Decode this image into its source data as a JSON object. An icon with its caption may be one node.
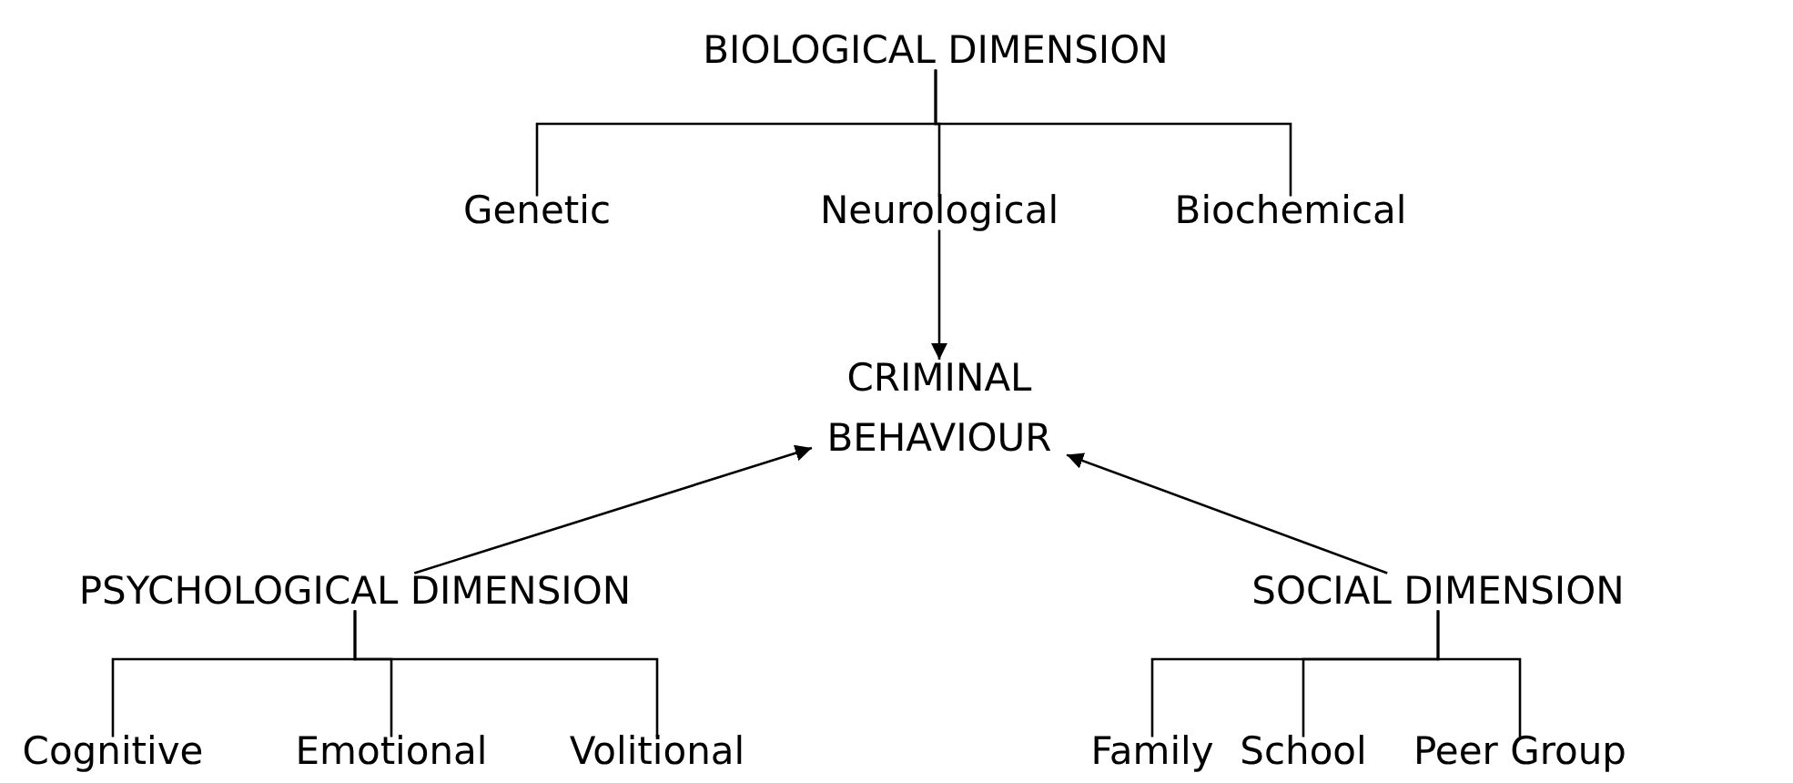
{
  "diagram": {
    "nodes": [
      {
        "text": [
          "BIOLOGICAL DIMENSION"
        ]
      },
      {
        "text": [
          "Genetic"
        ]
      },
      {
        "text": [
          "Neurological"
        ]
      },
      {
        "text": [
          "Biochemical"
        ]
      },
      {
        "text": [
          "CRIMINAL BEHAVIOUR"
        ]
      },
      {
        "text": [
          "PSYCHOLOGICAL DIMENSION"
        ]
      },
      {
        "text": [
          "SOCIAL DIMENSION"
        ]
      },
      {
        "text": [
          "Cognitive"
        ]
      },
      {
        "text": [
          "Emotional"
        ]
      },
      {
        "text": [
          "Volitional"
        ]
      },
      {
        "text": [
          "Family"
        ]
      },
      {
        "text": [
          "School"
        ]
      },
      {
        "text": [
          "Peer Group"
        ]
      }
    ],
    "edges": [
      {
        "from": 0,
        "to": 1,
        "arrow": "none"
      },
      {
        "from": 0,
        "to": 2,
        "arrow": "none"
      },
      {
        "from": 0,
        "to": 3,
        "arrow": "none"
      },
      {
        "from": 2,
        "to": 4,
        "arrow": "to"
      },
      {
        "from": 5,
        "to": 4,
        "arrow": "to"
      },
      {
        "from": 6,
        "to": 4,
        "arrow": "to"
      },
      {
        "from": 5,
        "to": 7,
        "arrow": "none"
      },
      {
        "from": 5,
        "to": 8,
        "arrow": "none"
      },
      {
        "from": 5,
        "to": 9,
        "arrow": "none"
      },
      {
        "from": 6,
        "to": 10,
        "arrow": "none"
      },
      {
        "from": 6,
        "to": 11,
        "arrow": "none"
      },
      {
        "from": 6,
        "to": 12,
        "arrow": "none"
      }
    ]
  }
}
